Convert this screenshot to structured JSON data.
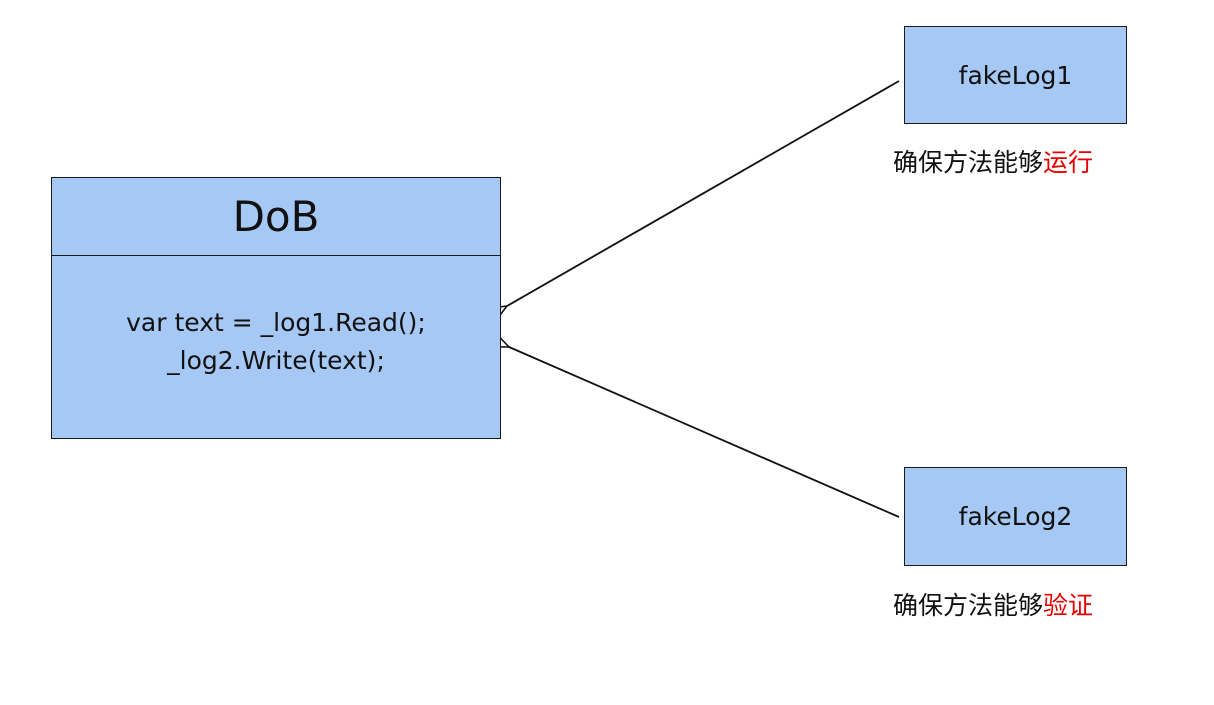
{
  "dob": {
    "title": "DoB",
    "code_line1": "var text = _log1.Read();",
    "code_line2": "_log2.Write(text);"
  },
  "fake_log_1": {
    "label": "fakeLog1",
    "caption_prefix": "确保方法能够",
    "caption_highlight": "运行"
  },
  "fake_log_2": {
    "label": "fakeLog2",
    "caption_prefix": "确保方法能够",
    "caption_highlight": "验证"
  },
  "colors": {
    "box_fill": "#a6c8f4",
    "highlight": "#e60000"
  }
}
